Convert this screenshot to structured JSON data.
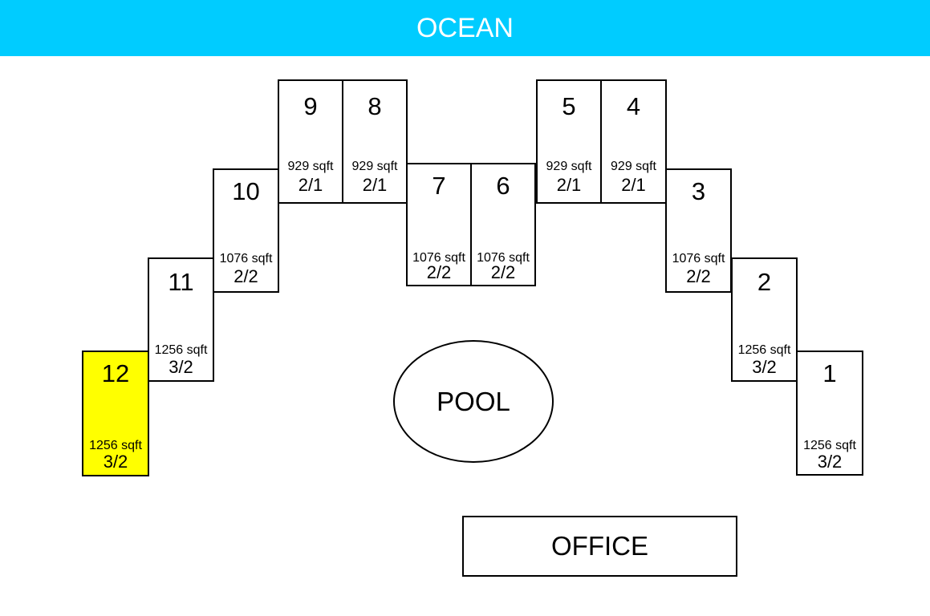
{
  "header": {
    "title": "OCEAN"
  },
  "amenities": {
    "pool": "POOL",
    "office": "OFFICE"
  },
  "colors": {
    "ocean": "#00ccff",
    "selected_unit": "#ffff00"
  },
  "units": [
    {
      "number": "1",
      "sqft": "1256 sqft",
      "bed_bath": "3/2"
    },
    {
      "number": "2",
      "sqft": "1256 sqft",
      "bed_bath": "3/2"
    },
    {
      "number": "3",
      "sqft": "1076 sqft",
      "bed_bath": "2/2"
    },
    {
      "number": "4",
      "sqft": "929 sqft",
      "bed_bath": "2/1"
    },
    {
      "number": "5",
      "sqft": "929 sqft",
      "bed_bath": "2/1"
    },
    {
      "number": "6",
      "sqft": "1076 sqft",
      "bed_bath": "2/2"
    },
    {
      "number": "7",
      "sqft": "1076 sqft",
      "bed_bath": "2/2"
    },
    {
      "number": "8",
      "sqft": "929 sqft",
      "bed_bath": "2/1"
    },
    {
      "number": "9",
      "sqft": "929 sqft",
      "bed_bath": "2/1"
    },
    {
      "number": "10",
      "sqft": "1076 sqft",
      "bed_bath": "2/2"
    },
    {
      "number": "11",
      "sqft": "1256 sqft",
      "bed_bath": "3/2"
    },
    {
      "number": "12",
      "sqft": "1256 sqft",
      "bed_bath": "3/2",
      "selected": true
    }
  ]
}
